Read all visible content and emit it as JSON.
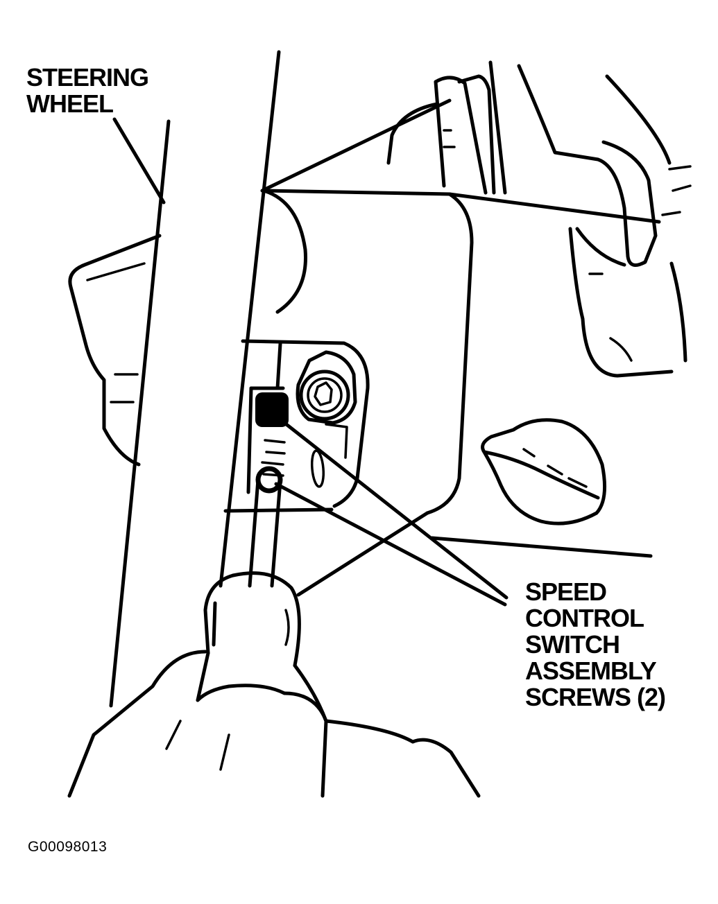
{
  "labels": {
    "steering_wheel": [
      "STEERING",
      "WHEEL"
    ],
    "speed_control_screws": [
      "SPEED",
      "CONTROL",
      "SWITCH",
      "ASSEMBLY",
      "SCREWS (2)"
    ]
  },
  "figure_id": "G00098013"
}
